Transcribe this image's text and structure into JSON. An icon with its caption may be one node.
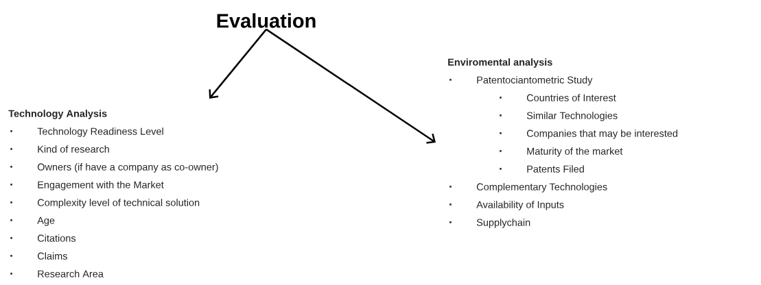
{
  "diagram": {
    "nodes": [
      {
        "text": [
          "Evaluation"
        ]
      },
      {
        "text": [
          "Technology Analysis",
          "Technology Readiness Level",
          "Kind of research",
          "Owners (if have a company as co-owner)",
          "Engagement with the Market",
          "Complexity level of technical solution",
          "Age",
          "Citations",
          "Claims",
          "Research Area"
        ]
      },
      {
        "text": [
          "Enviromental analysis",
          "Patentociantometric Study",
          "Countries of Interest",
          "Similar Technologies",
          "Companies that may be interested",
          "Maturity of the market",
          "Patents Filed",
          "Complementary Technologies",
          "Availability of Inputs",
          "Supplychain"
        ]
      }
    ],
    "edges": [
      {
        "from": 0,
        "to": 1,
        "arrow": "to"
      },
      {
        "from": 0,
        "to": 2,
        "arrow": "to"
      }
    ]
  }
}
